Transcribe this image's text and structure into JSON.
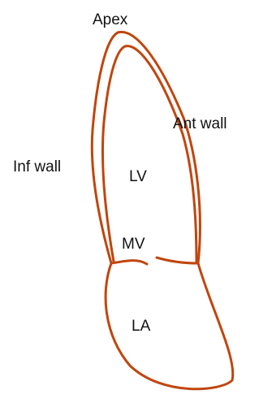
{
  "labels": {
    "apex": "Apex",
    "ant_wall": "Ant wall",
    "inf_wall": "Inf wall",
    "lv": "LV",
    "mv": "MV",
    "la": "LA"
  },
  "colors": {
    "outline": "#c0460f",
    "text": "#111111",
    "background": "#ffffff"
  }
}
